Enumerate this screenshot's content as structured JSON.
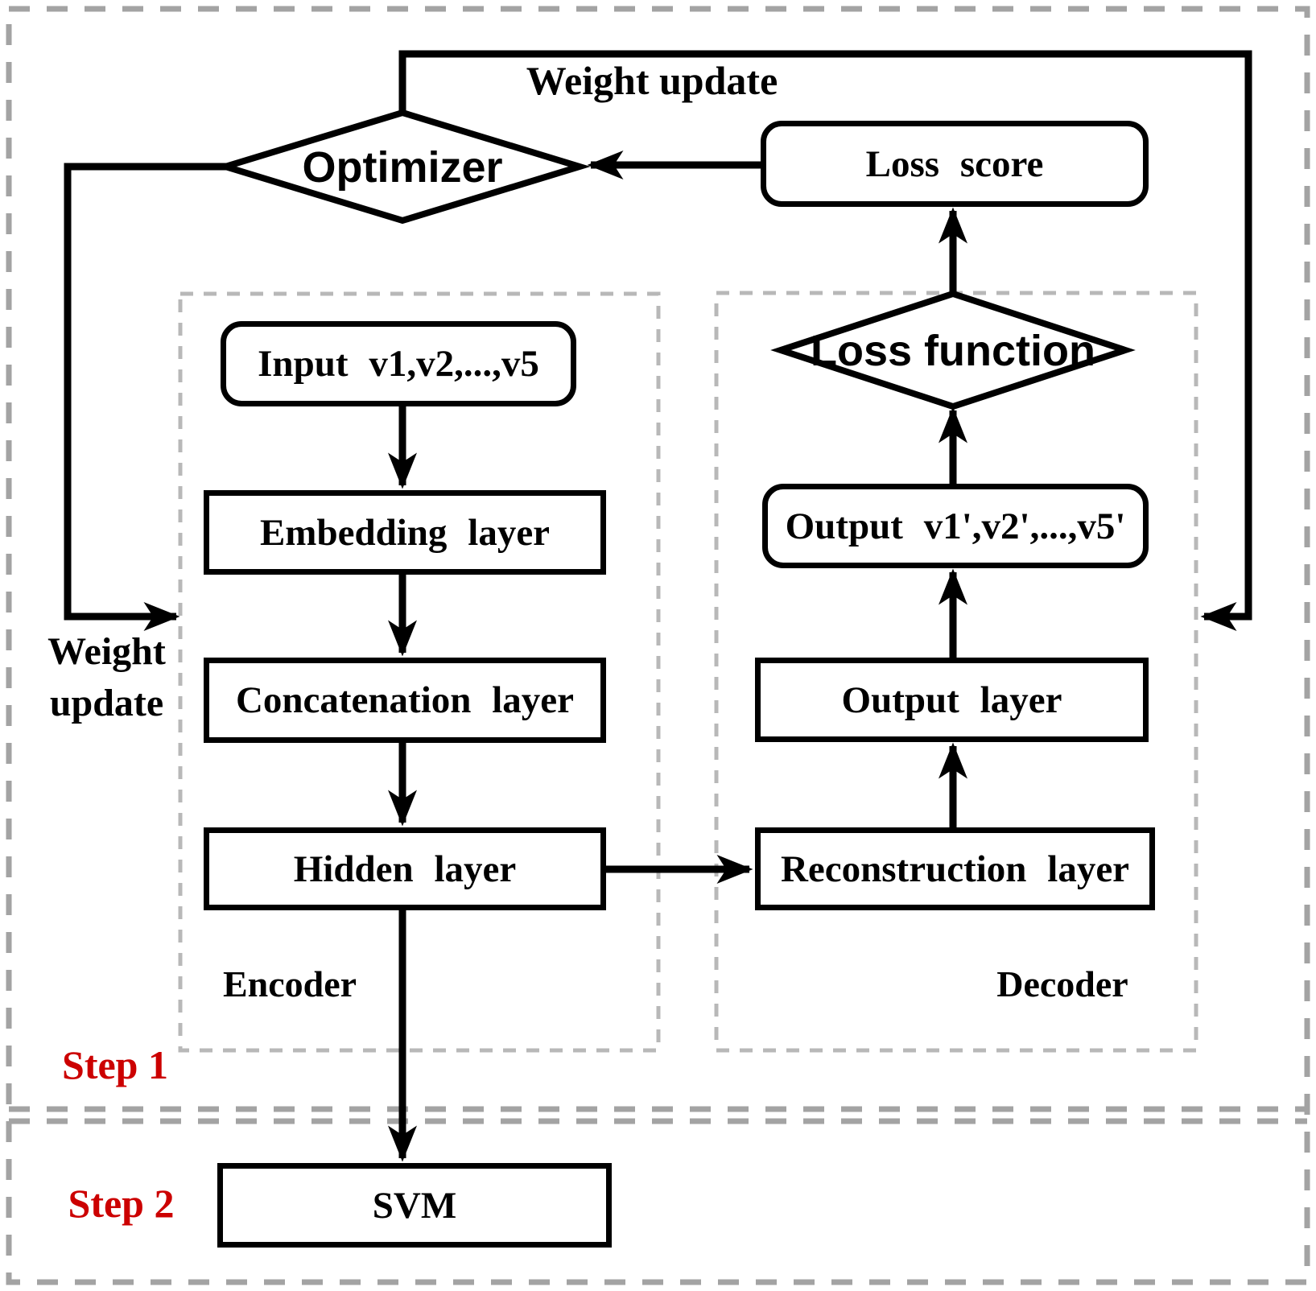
{
  "diagram": {
    "type": "flowchart",
    "steps": [
      {
        "label": "Step 1"
      },
      {
        "label": "Step 2"
      }
    ],
    "feedback": {
      "top_label": "Weight update",
      "left_line1": "Weight",
      "left_line2": "update"
    },
    "optimizer": {
      "label": "Optimizer",
      "shape": "diamond"
    },
    "loss_score": {
      "label": "Loss score",
      "shape": "rounded-rect"
    },
    "loss_function": {
      "label": "Loss function",
      "shape": "diamond"
    },
    "encoder": {
      "group_label": "Encoder",
      "nodes": [
        {
          "label": "Input v1,v2,...,v5",
          "shape": "rounded-rect"
        },
        {
          "label": "Embedding layer",
          "shape": "rect"
        },
        {
          "label": "Concatenation layer",
          "shape": "rect"
        },
        {
          "label": "Hidden layer",
          "shape": "rect"
        }
      ]
    },
    "decoder": {
      "group_label": "Decoder",
      "nodes": [
        {
          "label": "Reconstruction layer",
          "shape": "rect"
        },
        {
          "label": "Output layer",
          "shape": "rect"
        },
        {
          "label": "Output v1',v2',...,v5'",
          "shape": "rounded-rect"
        }
      ]
    },
    "svm": {
      "label": "SVM",
      "shape": "rect"
    },
    "edges": [
      {
        "from": "Loss score",
        "to": "Optimizer"
      },
      {
        "from": "Optimizer",
        "to": "Encoder",
        "label": "Weight update"
      },
      {
        "from": "Optimizer",
        "to": "Decoder",
        "label": "Weight update"
      },
      {
        "from": "Input v1,v2,...,v5",
        "to": "Embedding layer"
      },
      {
        "from": "Embedding layer",
        "to": "Concatenation layer"
      },
      {
        "from": "Concatenation layer",
        "to": "Hidden layer"
      },
      {
        "from": "Hidden layer",
        "to": "Reconstruction layer"
      },
      {
        "from": "Reconstruction layer",
        "to": "Output layer"
      },
      {
        "from": "Output layer",
        "to": "Output v1',v2',...,v5'"
      },
      {
        "from": "Output v1',v2',...,v5'",
        "to": "Loss function"
      },
      {
        "from": "Loss function",
        "to": "Loss score"
      },
      {
        "from": "Hidden layer",
        "to": "SVM"
      }
    ],
    "colors": {
      "line": "#000000",
      "step_label": "#cc0000",
      "outer_dash": "#a3a3a3",
      "group_dash": "#b8b8b8",
      "background": "#ffffff"
    }
  }
}
